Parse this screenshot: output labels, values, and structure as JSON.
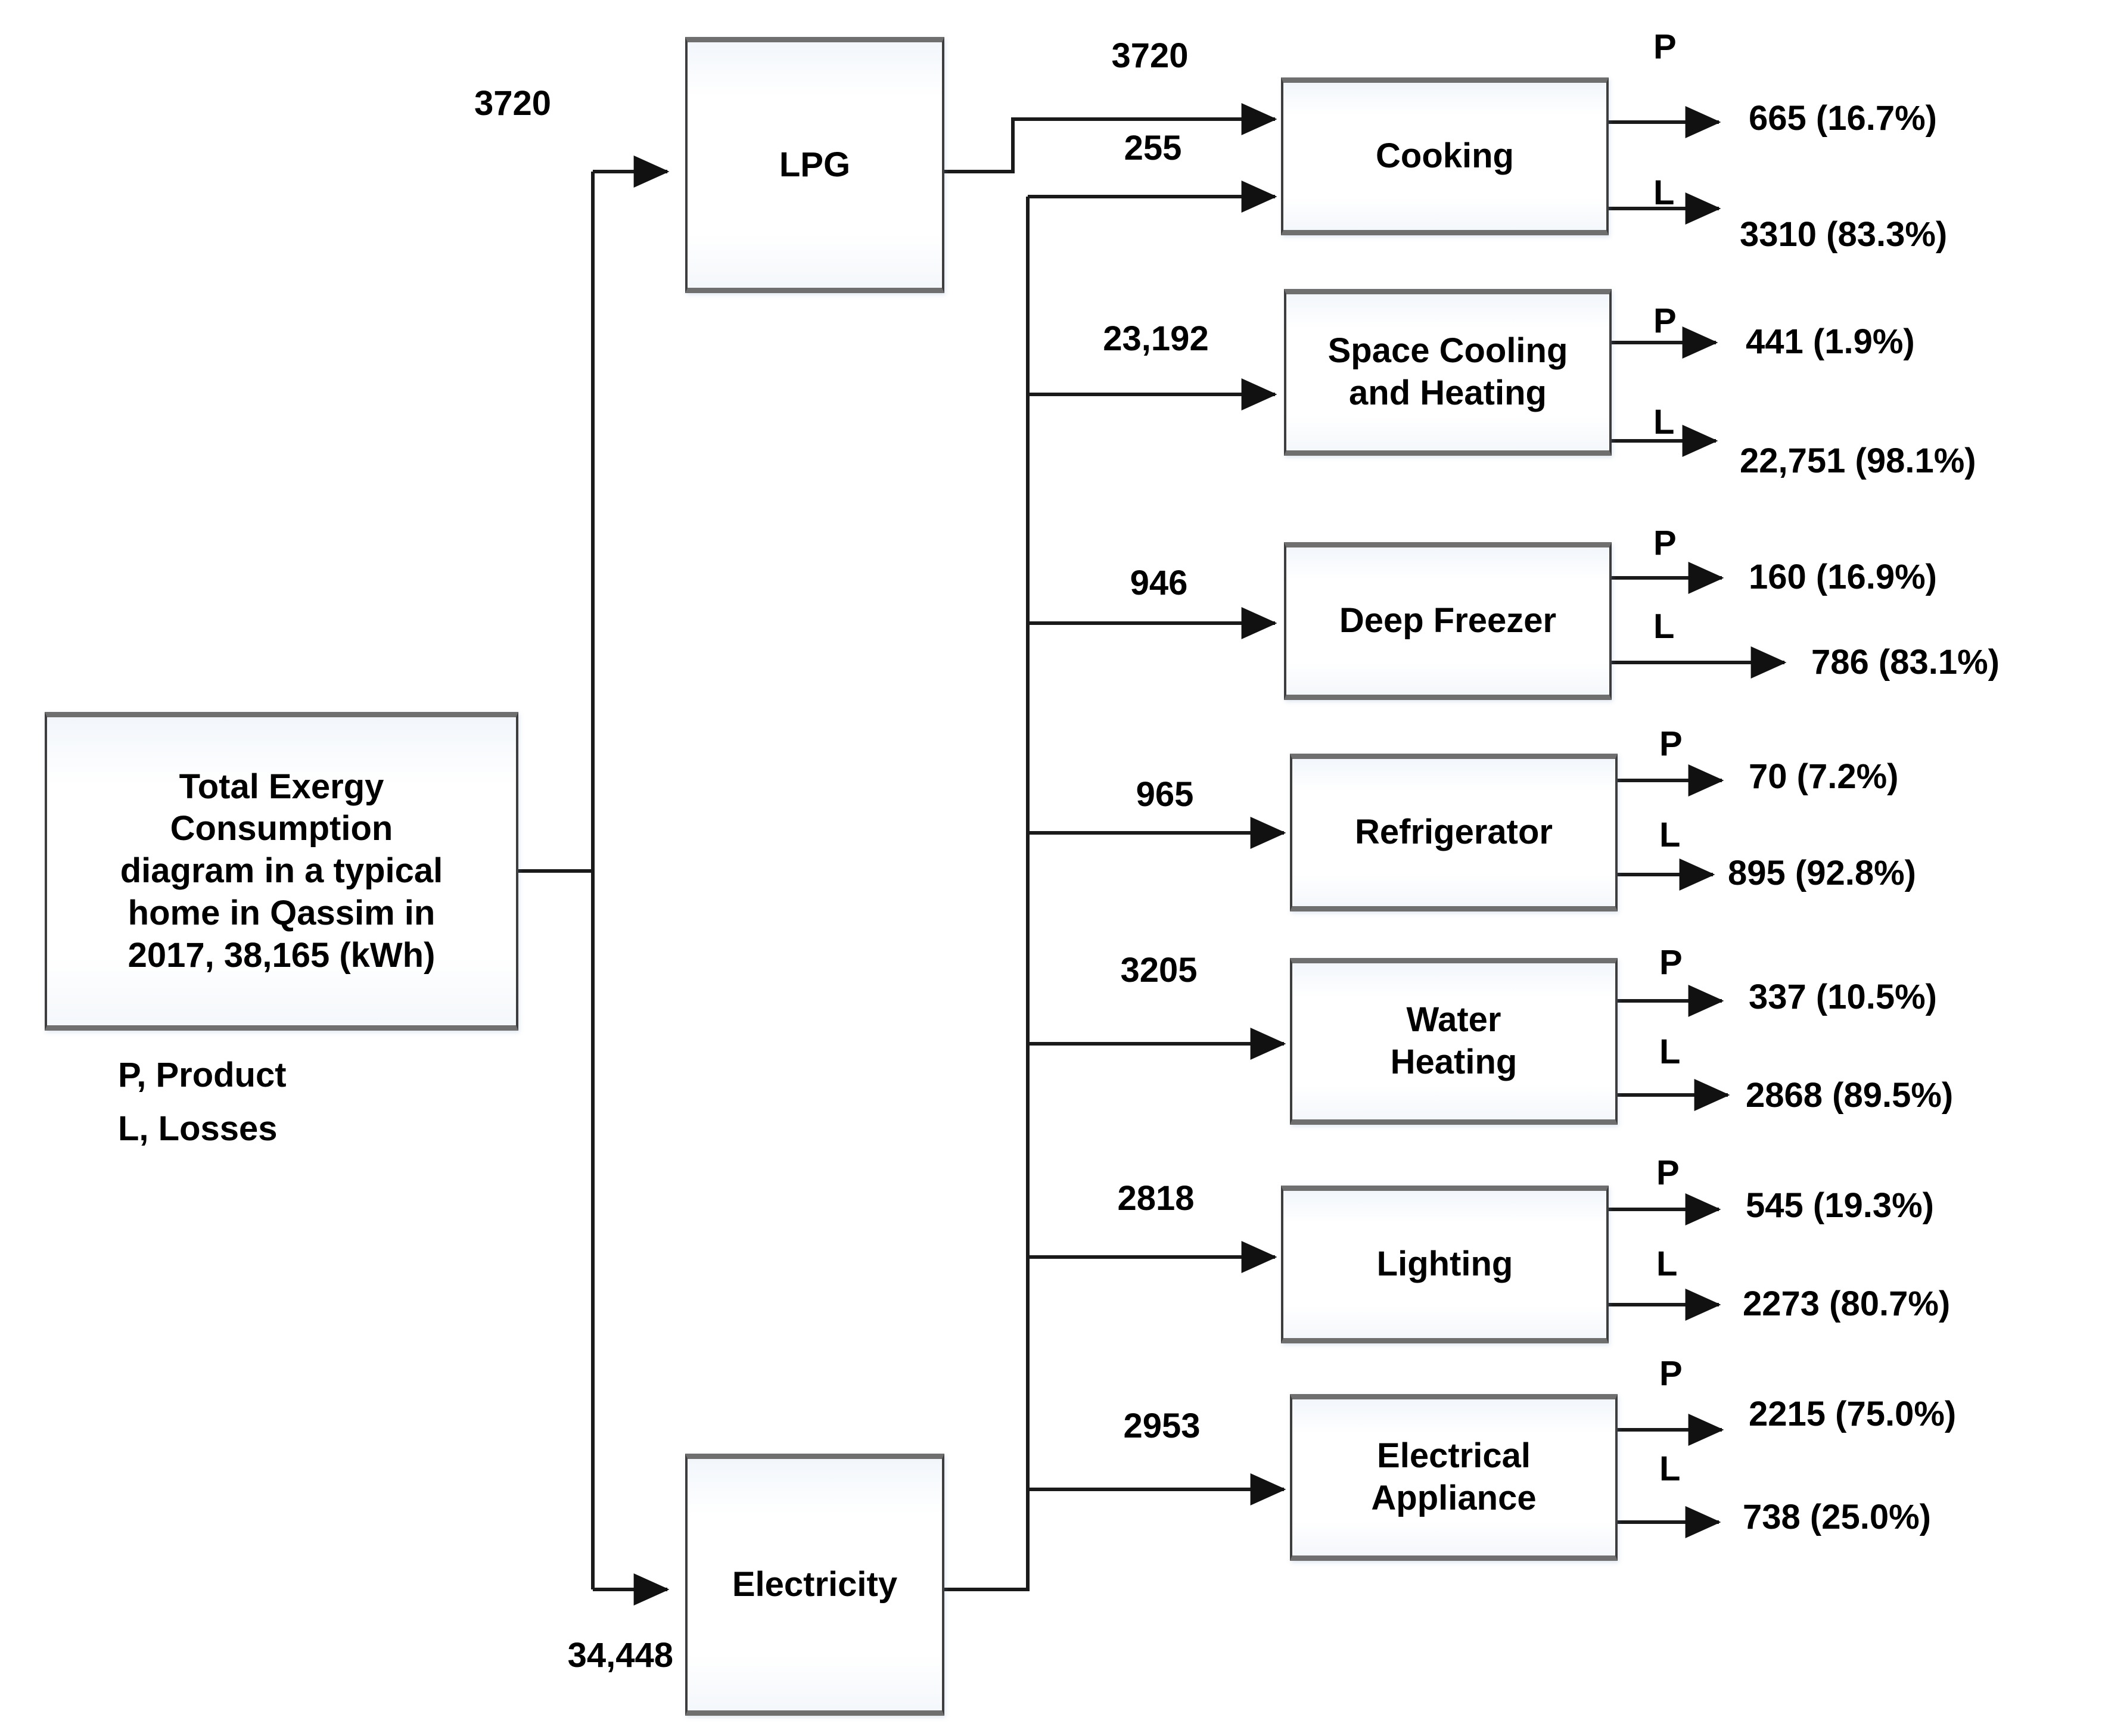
{
  "diagram": {
    "type": "energy-flow-sankey-style",
    "units": "kWh",
    "legend": {
      "product": "P, Product",
      "losses": "L,  Losses"
    },
    "source": {
      "id": "total-exergy",
      "label": "Total Exergy Consumption diagram in a typical home in Qassim in 2017, 38,165 (kWh)",
      "lines": [
        "Total Exergy",
        "Consumption",
        "diagram in a typical",
        "home in Qassim in",
        "2017, 38,165 (kWh)"
      ],
      "total": "38,165"
    },
    "carriers": [
      {
        "id": "lpg",
        "label": "LPG",
        "input": "3720"
      },
      {
        "id": "electricity",
        "label": "Electricity",
        "input": "34,448"
      }
    ],
    "end_uses": [
      {
        "id": "cooking",
        "label": "Cooking",
        "lines": [
          "Cooking"
        ],
        "inputs": [
          {
            "value": "3720",
            "from": "lpg"
          },
          {
            "value": "255",
            "from": "electricity"
          }
        ],
        "product": {
          "tag": "P",
          "value": "665 (16.7%)"
        },
        "losses": {
          "tag": "L",
          "value": "3310 (83.3%)"
        }
      },
      {
        "id": "space-cooling-and-heating",
        "label": "Space Cooling and Heating",
        "lines": [
          "Space Cooling",
          "and Heating"
        ],
        "inputs": [
          {
            "value": "23,192",
            "from": "electricity"
          }
        ],
        "product": {
          "tag": "P",
          "value": "441 (1.9%)"
        },
        "losses": {
          "tag": "L",
          "value": "22,751 (98.1%)"
        }
      },
      {
        "id": "deep-freezer",
        "label": "Deep Freezer",
        "lines": [
          "Deep Freezer"
        ],
        "inputs": [
          {
            "value": "946",
            "from": "electricity"
          }
        ],
        "product": {
          "tag": "P",
          "value": "160 (16.9%)"
        },
        "losses": {
          "tag": "L",
          "value": "786 (83.1%)"
        }
      },
      {
        "id": "refrigerator",
        "label": "Refrigerator",
        "lines": [
          "Refrigerator"
        ],
        "inputs": [
          {
            "value": "965",
            "from": "electricity"
          }
        ],
        "product": {
          "tag": "P",
          "value": "70 (7.2%)"
        },
        "losses": {
          "tag": "L",
          "value": "895 (92.8%)"
        }
      },
      {
        "id": "water-heating",
        "label": "Water Heating",
        "lines": [
          "Water",
          "Heating"
        ],
        "inputs": [
          {
            "value": "3205",
            "from": "electricity"
          }
        ],
        "product": {
          "tag": "P",
          "value": "337 (10.5%)"
        },
        "losses": {
          "tag": "L",
          "value": "2868 (89.5%)"
        }
      },
      {
        "id": "lighting",
        "label": "Lighting",
        "lines": [
          "Lighting"
        ],
        "inputs": [
          {
            "value": "2818",
            "from": "electricity"
          }
        ],
        "product": {
          "tag": "P",
          "value": "545 (19.3%)"
        },
        "losses": {
          "tag": "L",
          "value": "2273 (80.7%)"
        }
      },
      {
        "id": "electrical-appliance",
        "label": "Electrical Appliance",
        "lines": [
          "Electrical",
          "Appliance"
        ],
        "inputs": [
          {
            "value": "2953",
            "from": "electricity"
          }
        ],
        "product": {
          "tag": "P",
          "value": "2215 (75.0%)"
        },
        "losses": {
          "tag": "L",
          "value": "738 (25.0%)"
        }
      }
    ],
    "colors": {
      "line": "#1a1a1a",
      "box_border": "#3d3d3d",
      "box_edge_accent": "#6f6f6f",
      "text": "#000000",
      "background": "#ffffff"
    }
  },
  "chart_data": {
    "type": "diagram",
    "title": "Total Exergy Consumption diagram in a typical home in Qassim in 2017, 38,165 (kWh)",
    "units": "kWh",
    "nodes": [
      "Total Exergy Consumption",
      "LPG",
      "Electricity",
      "Cooking",
      "Space Cooling and Heating",
      "Deep Freezer",
      "Refrigerator",
      "Water Heating",
      "Lighting",
      "Electrical Appliance"
    ],
    "links": [
      {
        "source": "Total Exergy Consumption",
        "target": "LPG",
        "value": 3720
      },
      {
        "source": "Total Exergy Consumption",
        "target": "Electricity",
        "value": 34448
      },
      {
        "source": "LPG",
        "target": "Cooking",
        "value": 3720
      },
      {
        "source": "Electricity",
        "target": "Cooking",
        "value": 255
      },
      {
        "source": "Electricity",
        "target": "Space Cooling and Heating",
        "value": 23192
      },
      {
        "source": "Electricity",
        "target": "Deep Freezer",
        "value": 946
      },
      {
        "source": "Electricity",
        "target": "Refrigerator",
        "value": 965
      },
      {
        "source": "Electricity",
        "target": "Water Heating",
        "value": 3205
      },
      {
        "source": "Electricity",
        "target": "Lighting",
        "value": 2818
      },
      {
        "source": "Electricity",
        "target": "Electrical Appliance",
        "value": 2953
      }
    ],
    "outputs": [
      {
        "node": "Cooking",
        "product": 665,
        "product_pct": 16.7,
        "losses": 3310,
        "losses_pct": 83.3
      },
      {
        "node": "Space Cooling and Heating",
        "product": 441,
        "product_pct": 1.9,
        "losses": 22751,
        "losses_pct": 98.1
      },
      {
        "node": "Deep Freezer",
        "product": 160,
        "product_pct": 16.9,
        "losses": 786,
        "losses_pct": 83.1
      },
      {
        "node": "Refrigerator",
        "product": 70,
        "product_pct": 7.2,
        "losses": 895,
        "losses_pct": 92.8
      },
      {
        "node": "Water Heating",
        "product": 337,
        "product_pct": 10.5,
        "losses": 2868,
        "losses_pct": 89.5
      },
      {
        "node": "Lighting",
        "product": 545,
        "product_pct": 19.3,
        "losses": 2273,
        "losses_pct": 80.7
      },
      {
        "node": "Electrical Appliance",
        "product": 2215,
        "product_pct": 75.0,
        "losses": 738,
        "losses_pct": 25.0
      }
    ]
  }
}
